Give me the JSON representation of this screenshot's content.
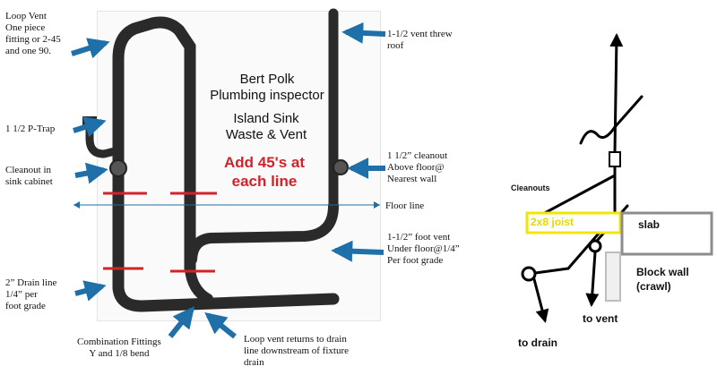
{
  "left_diagram": {
    "loop_vent": "Loop Vent\nOne piece\nfitting or 2-45\nand one 90.",
    "p_trap": "1 1/2 P-Trap",
    "cleanout_cabinet": "Cleanout in\nsink cabinet",
    "drain_line": "2” Drain line\n1/4” per\nfoot grade",
    "combination_fittings": "Combination Fittings\nY and 1/8 bend",
    "loop_vent_returns": "Loop vent returns to drain\nline downstream of fixture\ndrain",
    "vent_roof": "1-1/2 vent threw\nroof",
    "cleanout_above": "1 1/2” cleanout\nAbove floor@\nNearest wall",
    "floor_line": "Floor line",
    "foot_vent": "1-1/2” foot vent\nUnder floor@1/4”\nPer foot grade",
    "title": "Bert Polk\nPlumbing inspector",
    "subtitle": "Island Sink\nWaste & Vent",
    "note": "Add 45's at\neach line"
  },
  "right_diagram": {
    "cleanouts": "Cleanouts",
    "joist": "2x8 joist",
    "slab": "slab",
    "block_wall": "Block wall\n(crawl)",
    "to_vent": "to vent",
    "to_drain": "to drain"
  },
  "colors": {
    "arrow_blue": "#1f6fa8",
    "pipe": "#2a2a2a",
    "red": "#d2232a",
    "joist_yellow": "#f2e600",
    "slab_gray": "#8c8c8c"
  }
}
